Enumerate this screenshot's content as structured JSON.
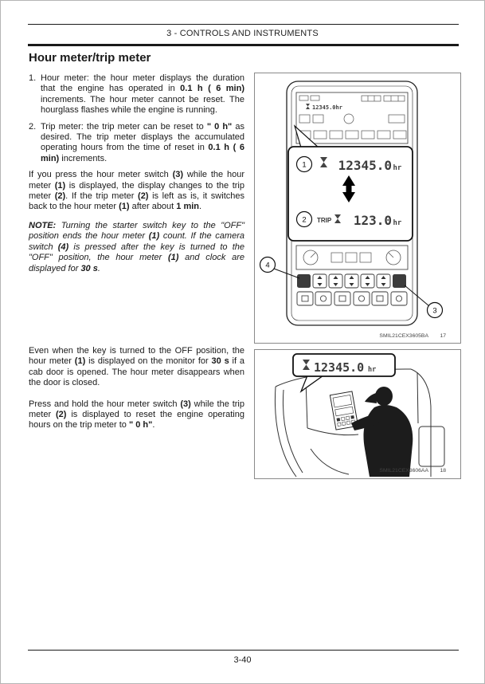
{
  "page": {
    "header": "3 - CONTROLS AND INSTRUMENTS",
    "title": "Hour meter/trip meter",
    "footer_page_number": "3-40"
  },
  "body": {
    "item1_num": "1.",
    "item1": [
      {
        "t": "Hour meter: the hour meter displays the duration that the engine has operated in "
      },
      {
        "t": "0.1 h ( 6 min)",
        "b": true
      },
      {
        "t": " increments. The hour meter cannot be reset. The hourglass flashes while the engine is running."
      }
    ],
    "item2_num": "2.",
    "item2": [
      {
        "t": "Trip meter: the trip meter can be reset to "
      },
      {
        "t": "\" 0 h\"",
        "b": true
      },
      {
        "t": " as desired. The trip meter displays the accumulated operating hours from the time of reset in "
      },
      {
        "t": "0.1 h ( 6 min)",
        "b": true
      },
      {
        "t": " increments."
      }
    ],
    "para_switch": [
      {
        "t": "If you press the hour meter switch "
      },
      {
        "t": "(3)",
        "b": true
      },
      {
        "t": " while the hour meter "
      },
      {
        "t": "(1)",
        "b": true
      },
      {
        "t": " is displayed, the display changes to the trip meter "
      },
      {
        "t": "(2)",
        "b": true
      },
      {
        "t": ". If the trip meter "
      },
      {
        "t": "(2)",
        "b": true
      },
      {
        "t": " is left as is, it switches back to the hour meter "
      },
      {
        "t": "(1)",
        "b": true
      },
      {
        "t": " after about "
      },
      {
        "t": "1 min",
        "b": true
      },
      {
        "t": "."
      }
    ],
    "note": [
      {
        "t": "NOTE:",
        "b": true
      },
      {
        "t": " Turning the starter switch key to the \"OFF\" position ends the hour meter "
      },
      {
        "t": "(1)",
        "b": true
      },
      {
        "t": " count. If the camera switch "
      },
      {
        "t": "(4)",
        "b": true
      },
      {
        "t": " is pressed after the key is turned to the \"OFF\" position, the hour meter "
      },
      {
        "t": "(1)",
        "b": true
      },
      {
        "t": " and clock are displayed for "
      },
      {
        "t": "30 s",
        "b": true
      },
      {
        "t": "."
      }
    ],
    "para_door": [
      {
        "t": "Even when the key is turned to the OFF position, the hour meter "
      },
      {
        "t": "(1)",
        "b": true
      },
      {
        "t": " is displayed on the monitor for "
      },
      {
        "t": "30 s",
        "b": true
      },
      {
        "t": " if a cab door is opened. The hour meter disappears when the door is closed."
      }
    ],
    "para_reset": [
      {
        "t": "Press and hold the hour meter switch "
      },
      {
        "t": "(3)",
        "b": true
      },
      {
        "t": " while the trip meter "
      },
      {
        "t": "(2)",
        "b": true
      },
      {
        "t": " is displayed to reset the engine operating hours on the trip meter to "
      },
      {
        "t": "\" 0 h\"",
        "b": true
      },
      {
        "t": "."
      }
    ]
  },
  "figure1": {
    "screen_value": "12345.0hr",
    "hour_value": "12345.0",
    "hour_unit": "hr",
    "trip_label": "TRIP",
    "trip_value": "123.0",
    "trip_unit": "hr",
    "callouts": {
      "c1": "1",
      "c2": "2",
      "c3": "3",
      "c4": "4"
    },
    "caption_code": "SMIL21CEX3605BA",
    "caption_num": "17"
  },
  "figure2": {
    "hour_value": "12345.0",
    "hour_unit": "hr",
    "caption_code": "SMIL21CEX3606AA",
    "caption_num": "18"
  }
}
